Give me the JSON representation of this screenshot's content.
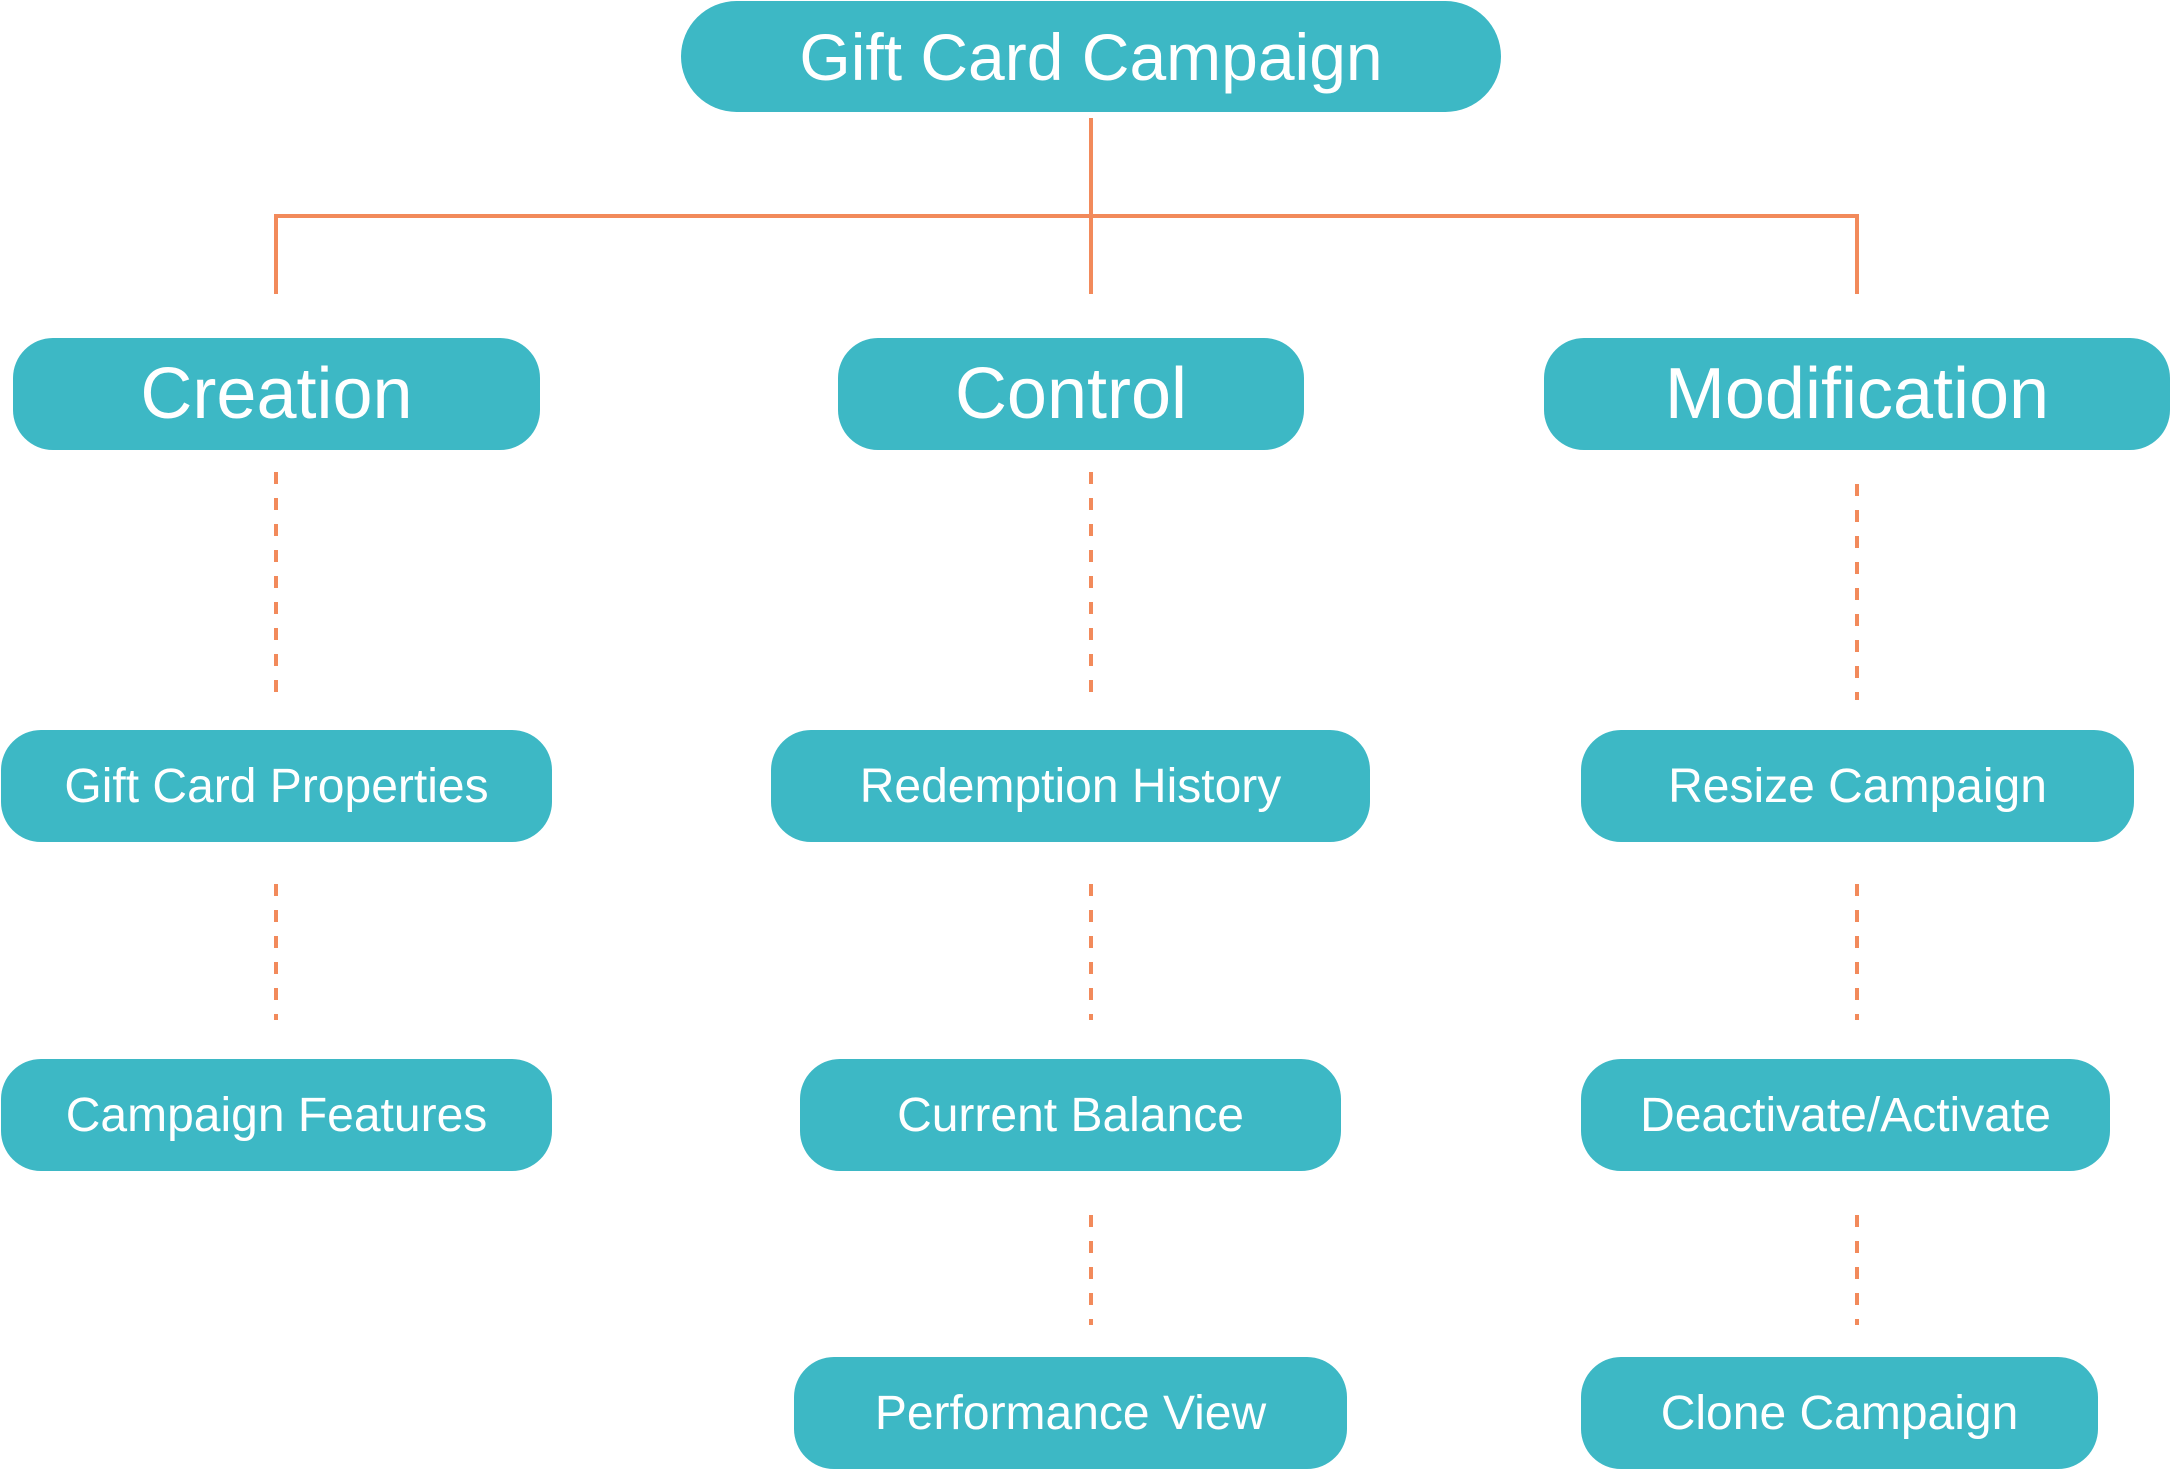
{
  "diagram": {
    "root": {
      "label": "Gift Card Campaign"
    },
    "branches": [
      {
        "label": "Creation",
        "items": [
          "Gift Card Properties",
          "Campaign Features"
        ]
      },
      {
        "label": "Control",
        "items": [
          "Redemption History",
          "Current Balance",
          "Performance View"
        ]
      },
      {
        "label": "Modification",
        "items": [
          "Resize Campaign",
          "Deactivate/Activate",
          "Clone Campaign"
        ]
      }
    ]
  },
  "colors": {
    "node_fill": "#3db8c5",
    "node_text": "#ffffff",
    "connector": "#f28a5b",
    "background": "#ffffff"
  }
}
